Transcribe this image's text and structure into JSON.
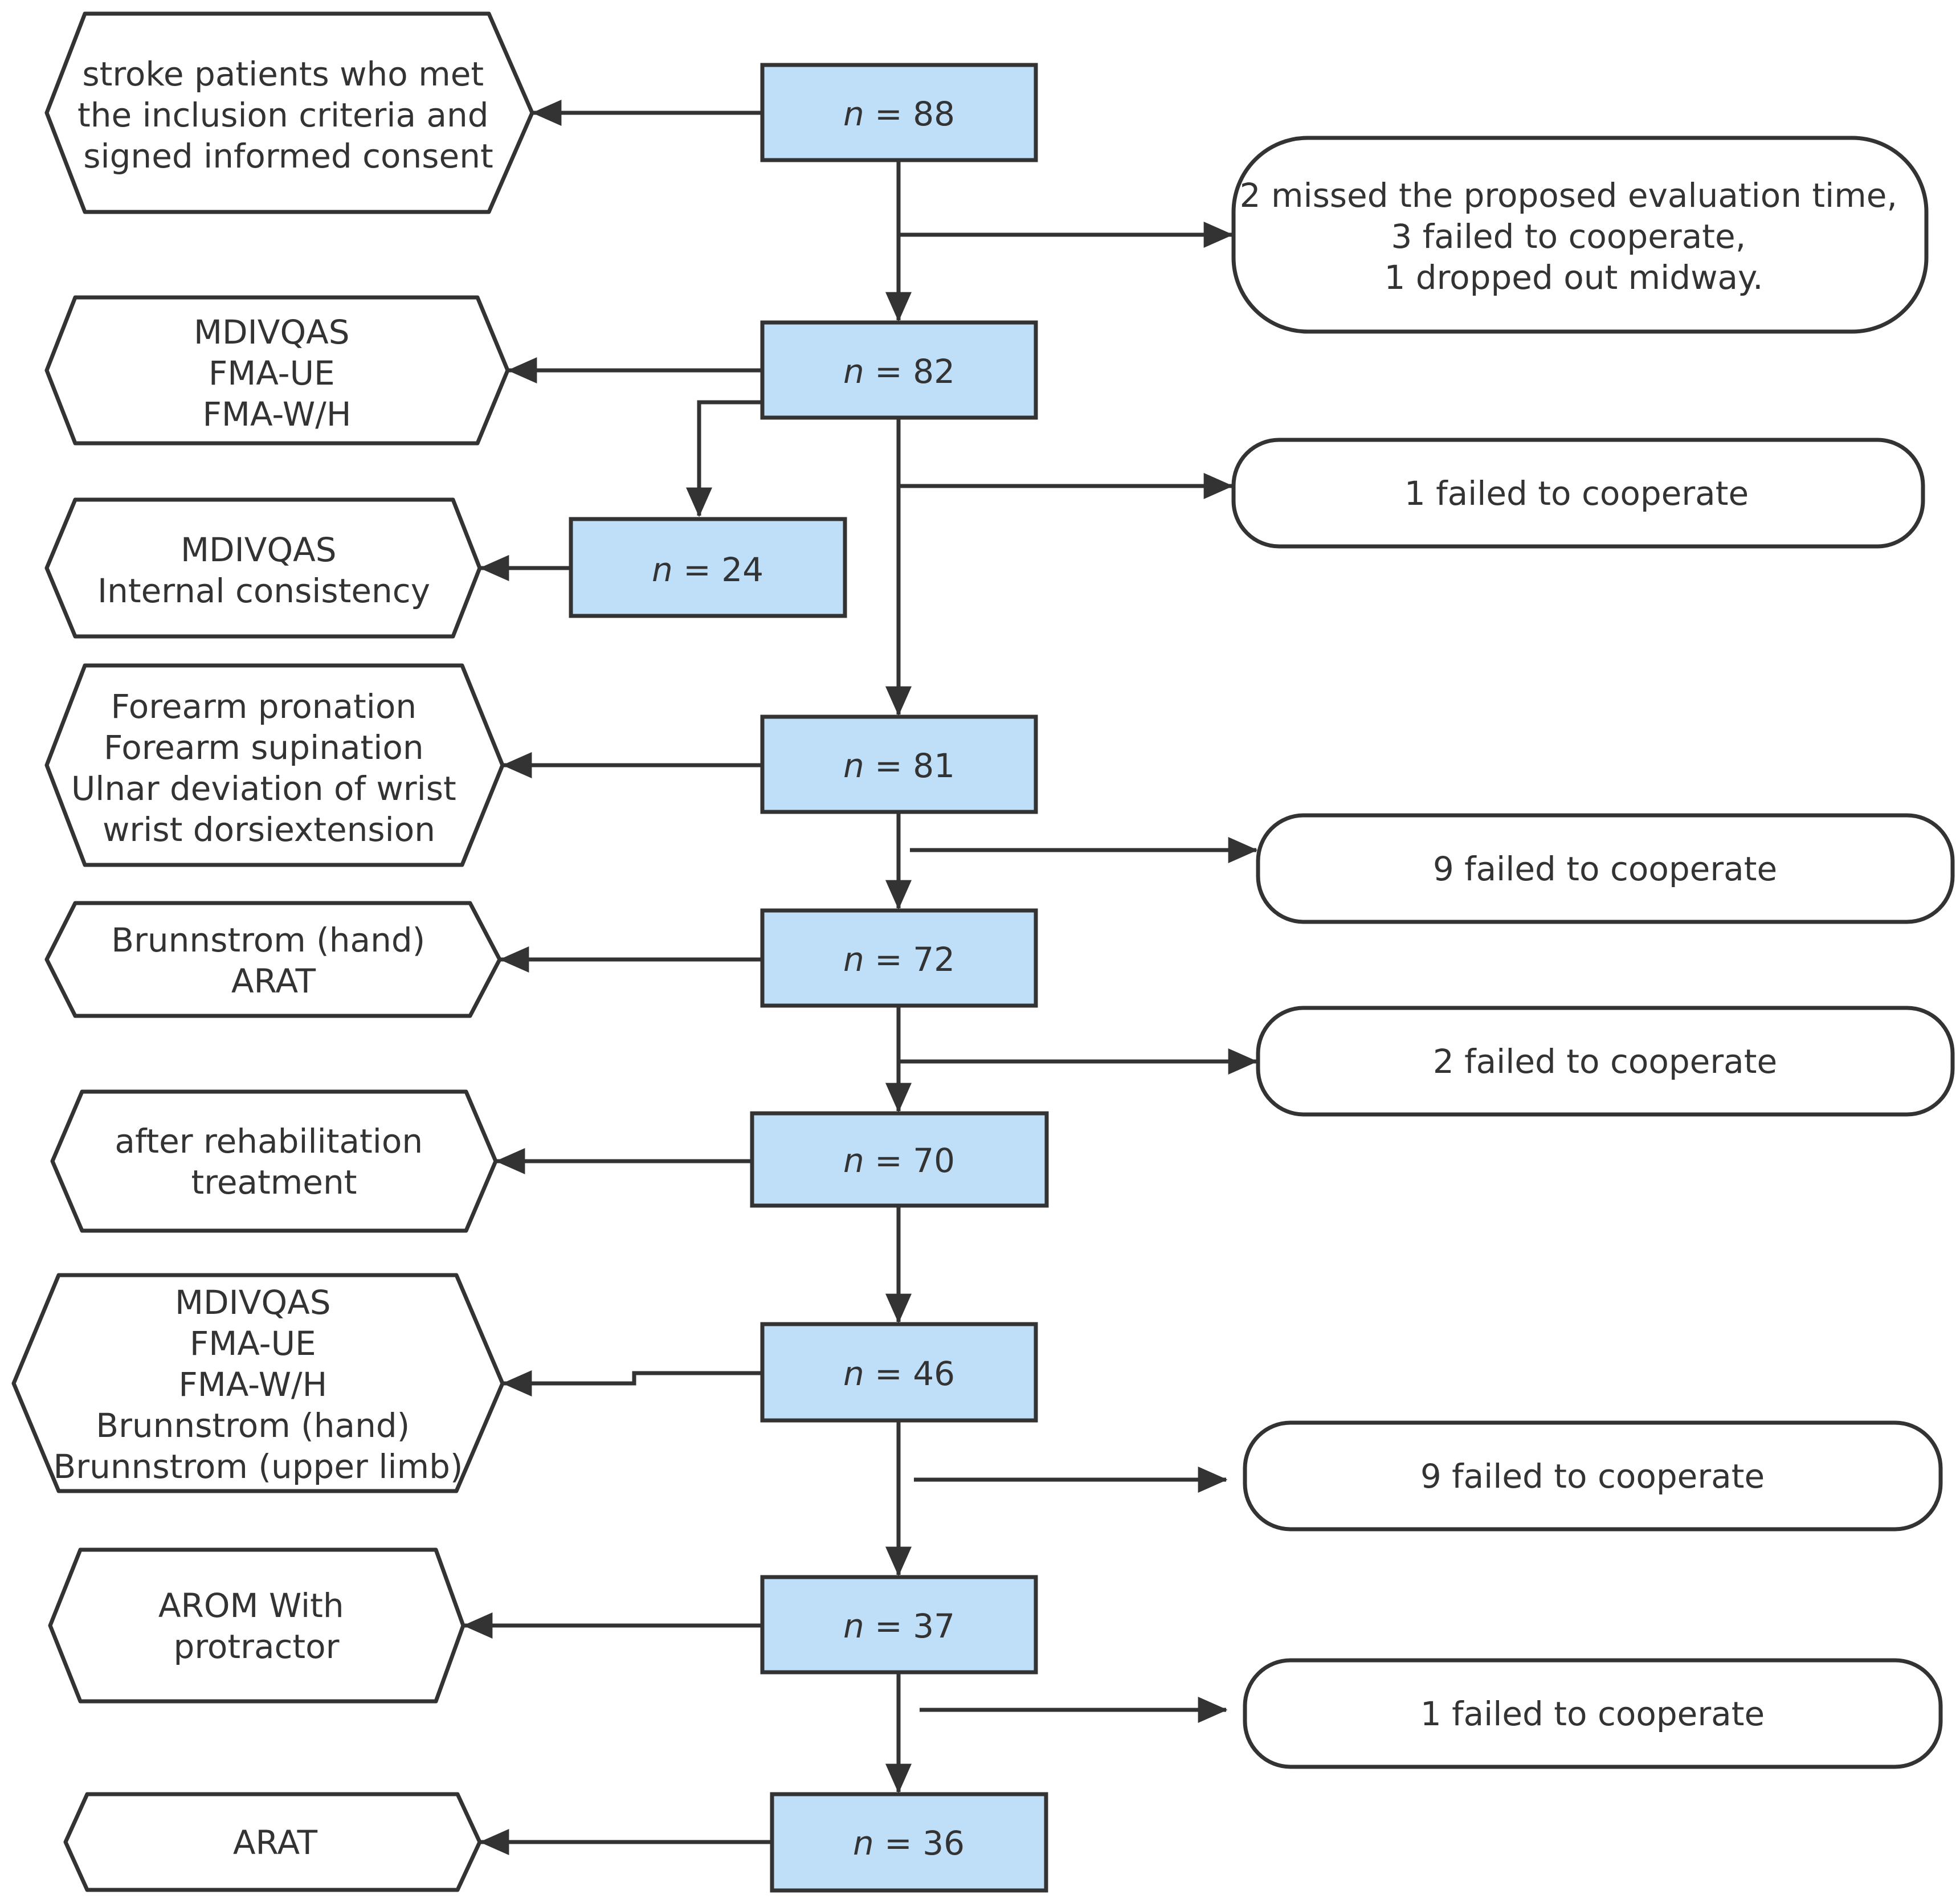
{
  "counts": [
    {
      "var": "n",
      "eq": " = ",
      "value": "88"
    },
    {
      "var": "n",
      "eq": " = ",
      "value": "82"
    },
    {
      "var": "n",
      "eq": " = ",
      "value": "24"
    },
    {
      "var": "n",
      "eq": " = ",
      "value": "81"
    },
    {
      "var": "n",
      "eq": " = ",
      "value": "72"
    },
    {
      "var": "n",
      "eq": " = ",
      "value": "70"
    },
    {
      "var": "n",
      "eq": " = ",
      "value": "46"
    },
    {
      "var": "n",
      "eq": " = ",
      "value": "37"
    },
    {
      "var": "n",
      "eq": " = ",
      "value": "36"
    }
  ],
  "assessments": [
    {
      "lines": [
        "stroke patients who met",
        "the inclusion criteria and",
        "signed informed consent"
      ]
    },
    {
      "lines": [
        "MDIVQAS",
        "FMA-UE",
        "FMA-W/H"
      ]
    },
    {
      "lines": [
        "MDIVQAS",
        "Internal consistency"
      ]
    },
    {
      "lines": [
        "Forearm pronation",
        "Forearm supination",
        "Ulnar deviation of wrist",
        "wrist dorsiextension"
      ]
    },
    {
      "lines": [
        "Brunnstrom (hand)",
        "ARAT"
      ]
    },
    {
      "lines": [
        "after rehabilitation",
        "treatment"
      ]
    },
    {
      "lines": [
        "MDIVQAS",
        "FMA-UE",
        "FMA-W/H",
        "Brunnstrom (hand)",
        "Brunnstrom (upper limb)"
      ]
    },
    {
      "lines": [
        "AROM  With",
        "protractor"
      ]
    },
    {
      "lines": [
        "ARAT"
      ]
    }
  ],
  "exclusions": [
    {
      "lines": [
        "2 missed the proposed evaluation time,",
        "3 failed to cooperate,",
        "1 dropped out midway."
      ]
    },
    {
      "lines": [
        "1 failed to cooperate"
      ]
    },
    {
      "lines": [
        "9 failed to cooperate"
      ]
    },
    {
      "lines": [
        "2 failed to cooperate"
      ]
    },
    {
      "lines": [
        "9 failed to cooperate"
      ]
    },
    {
      "lines": [
        "1 failed to cooperate"
      ]
    }
  ],
  "colors": {
    "count_box_fill": "#bfdff9",
    "stroke": "#333333",
    "text": "#333333"
  }
}
